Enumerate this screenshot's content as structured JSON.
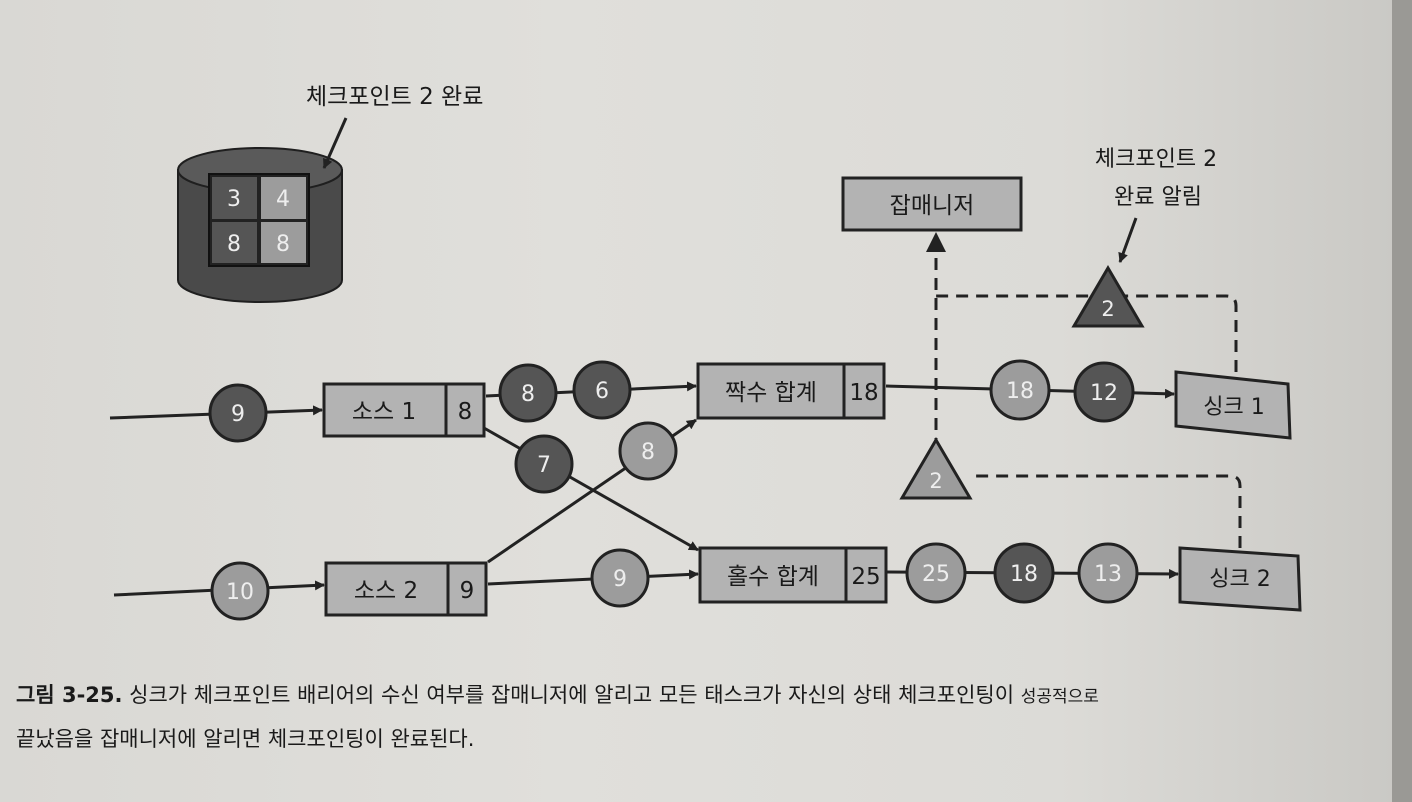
{
  "diagram": {
    "labels": {
      "checkpoint_done": "체크포인트 2 완료",
      "notify_line1": "체크포인트 2",
      "notify_line2": "완료 알림"
    },
    "storage_cells": [
      "3",
      "4",
      "8",
      "8"
    ],
    "jobmanager": "잡매니저",
    "operators": {
      "source1": {
        "label": "소스 1",
        "value": "8"
      },
      "source2": {
        "label": "소스 2",
        "value": "9"
      },
      "even_sum": {
        "label": "짝수 합계",
        "value": "18"
      },
      "odd_sum": {
        "label": "홀수 합계",
        "value": "25"
      },
      "sink1": {
        "label": "싱크 1"
      },
      "sink2": {
        "label": "싱크 2"
      }
    },
    "records": {
      "in1": "9",
      "in2": "10",
      "s1_even_a": "8",
      "s1_even_b": "6",
      "s1_odd": "7",
      "s2_even": "8",
      "s2_odd": "9",
      "even_out_a": "18",
      "even_out_b": "12",
      "odd_out_a": "25",
      "odd_out_b": "18",
      "odd_out_c": "13"
    },
    "barriers": {
      "upper": "2",
      "lower": "2"
    }
  },
  "caption": {
    "label": "그림 3-25.",
    "line1_main": " 싱크가 체크포인트 배리어의 수신 여부를 잡매니저에 알리고 모든 태스크가 자신의 상태 체크포인팅이 ",
    "line1_small": "성공적으로",
    "line2": "끝났음을 잡매니저에 알리면 체크포인팅이 완료된다."
  },
  "colors": {
    "dark_record": "#555555",
    "light_record": "#9c9c9c",
    "box_fill": "#b3b3b3",
    "storage": "#4a4a4a"
  }
}
